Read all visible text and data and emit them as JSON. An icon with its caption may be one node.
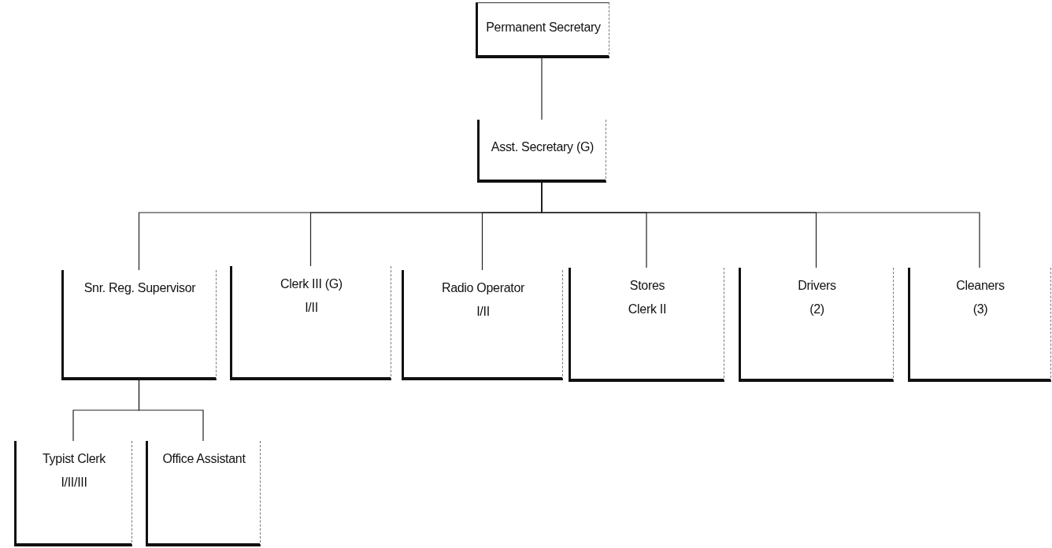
{
  "diagram": {
    "nodes": [
      {
        "text": [
          "Permanent Secretary"
        ]
      },
      {
        "text": [
          "Asst. Secretary (G)"
        ]
      },
      {
        "text": [
          "Snr. Reg. Supervisor"
        ]
      },
      {
        "text": [
          "Clerk III (G)",
          "I/II"
        ]
      },
      {
        "text": [
          "Radio Operator",
          "I/II"
        ]
      },
      {
        "text": [
          "Stores",
          "Clerk II"
        ]
      },
      {
        "text": [
          "Drivers",
          "(2)"
        ]
      },
      {
        "text": [
          "Cleaners",
          "(3)"
        ]
      },
      {
        "text": [
          "Typist Clerk",
          "I/II/III"
        ]
      },
      {
        "text": [
          "Office Assistant"
        ]
      }
    ],
    "edges": [
      {
        "from": 0,
        "to": 1,
        "arrow": "none"
      },
      {
        "from": 1,
        "to": 2,
        "arrow": "none"
      },
      {
        "from": 1,
        "to": 3,
        "arrow": "none"
      },
      {
        "from": 1,
        "to": 4,
        "arrow": "none"
      },
      {
        "from": 1,
        "to": 5,
        "arrow": "none"
      },
      {
        "from": 1,
        "to": 6,
        "arrow": "none"
      },
      {
        "from": 1,
        "to": 7,
        "arrow": "none"
      },
      {
        "from": 2,
        "to": 8,
        "arrow": "none"
      },
      {
        "from": 2,
        "to": 9,
        "arrow": "none"
      }
    ]
  }
}
